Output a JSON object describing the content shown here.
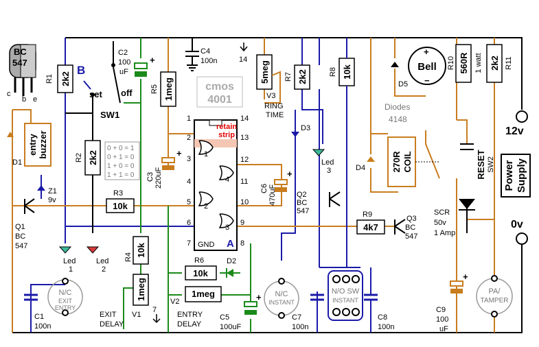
{
  "transistor_pinout": {
    "part": "BC",
    "part2": "547",
    "pin_c": "c",
    "pin_b": "b",
    "pin_e": "e"
  },
  "labels": {
    "r1": "R1",
    "r1v": "2k2",
    "b_marker": "B",
    "set": "set",
    "sw1": "SW1",
    "c2": "C2",
    "c2v1": "100",
    "c2v2": "uF",
    "off": "off",
    "c4": "C4",
    "c4v": "100n",
    "p14": "14",
    "r5": "R5",
    "r5v": "1meg",
    "ic_name1": "cmos",
    "ic_name2": "4001",
    "v3": "V3",
    "v3v": "5meg",
    "ring": "RING",
    "time": "TIME",
    "r7": "R7",
    "r7v": "2k2",
    "r8": "R8",
    "r8v": "10k",
    "bell": "Bell",
    "d5": "D5",
    "r10": "R10",
    "r10v": "560R",
    "watt": "1 watt",
    "r11": "R11",
    "r11v": "2k2",
    "diodes1": "Diodes",
    "diodes2": "4148",
    "v12": "12v",
    "v0": "0v",
    "power1": "Power",
    "power2": "Supply",
    "reset": "RESET",
    "sw2": "SW2",
    "d1": "D1",
    "entry": "entry",
    "buzzer": "buzzer",
    "r2": "R2",
    "r2v": "2k2",
    "truth1": "0 + 0 = 1",
    "truth2": "0 + 1 = 0",
    "truth3": "1 + 0 = 0",
    "truth4": "1 + 1 = 0",
    "c3": "C3",
    "c3v": "220uF",
    "retain1": "retain",
    "retain2": "strip",
    "c6": "C6",
    "c6v": "470uF",
    "d3": "D3",
    "led3": "Led",
    "led3n": "3",
    "coil1": "270R",
    "coil2": "COIL",
    "d4": "D4",
    "z1": "Z1",
    "z1v": "9v",
    "r3": "R3",
    "r3v": "10k",
    "q1": "Q1",
    "q1a": "BC",
    "q1b": "547",
    "q2": "Q2",
    "q2a": "BC",
    "q2b": "547",
    "q3": "Q3",
    "q3a": "BC",
    "q3b": "547",
    "r9": "R9",
    "r9v": "4k7",
    "scr": "SCR",
    "scr2": "50v",
    "scr3": "1 Amp",
    "gnd": "GND",
    "a_marker": "A",
    "led1": "Led",
    "led1n": "1",
    "led2": "Led",
    "led2n": "2",
    "r4": "R4",
    "r4v": "10k",
    "r6": "R6",
    "r6v": "10k",
    "d2": "D2",
    "v1": "V1",
    "v1v": "1meg",
    "v2": "V2",
    "v2v": "1meg",
    "nc_exit1": "N/C",
    "nc_exit2": "EXIT",
    "nc_exit3": "ENTRY",
    "c1": "C1",
    "c1v": "100n",
    "exit_delay1": "EXIT",
    "exit_delay2": "DELAY",
    "p7": "7",
    "entry_delay1": "ENTRY",
    "entry_delay2": "DELAY",
    "c5": "C5",
    "c5v": "100uF",
    "nc_inst1": "N/C",
    "nc_inst2": "INSTANT",
    "c7": "C7",
    "c7v": "100n",
    "no_sw1": "N/O SW",
    "no_sw2": "INSTANT",
    "c8": "C8",
    "c8v": "100n",
    "c9": "C9",
    "c9v1": "100",
    "c9v2": "uF",
    "pa1": "PA/",
    "pa2": "TAMPER",
    "pins": [
      "1",
      "2",
      "3",
      "4",
      "5",
      "6",
      "7",
      "14",
      "13",
      "12",
      "11",
      "10",
      "9",
      "8"
    ],
    "gates": [
      "1",
      "4",
      "2",
      "3"
    ]
  }
}
